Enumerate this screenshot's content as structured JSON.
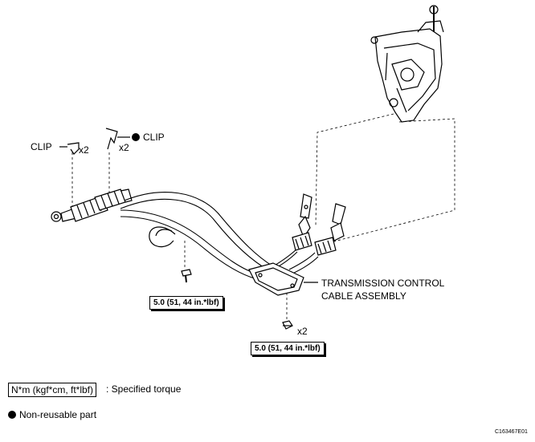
{
  "labels": {
    "clip_left": "CLIP",
    "clip_left_qty": "x2",
    "clip_right_qty": "x2",
    "clip_right": "CLIP",
    "assembly_line1": "TRANSMISSION CONTROL",
    "assembly_line2": "CABLE ASSEMBLY",
    "nut_qty": "x2"
  },
  "torque": {
    "bolt": "5.0 (51, 44 in.*lbf)",
    "nuts": "5.0 (51, 44 in.*lbf)"
  },
  "legend": {
    "torque_unit": "N*m (kgf*cm, ft*lbf)",
    "torque_text": ": Specified torque",
    "non_reusable_text": "Non-reusable part"
  },
  "figure_code": "C163467E01",
  "colors": {
    "line": "#000000",
    "background": "#ffffff"
  }
}
